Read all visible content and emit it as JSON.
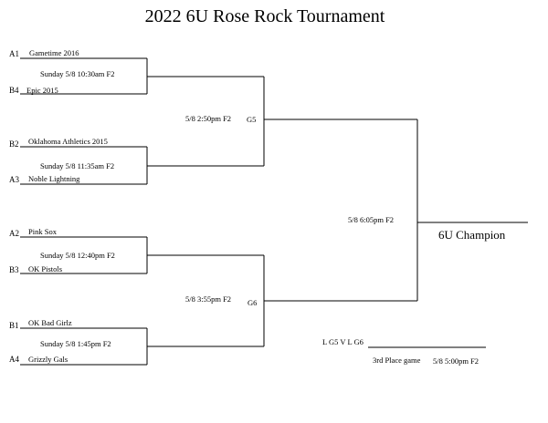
{
  "title": "2022 6U Rose Rock Tournament",
  "round1": [
    {
      "top_seed": "A1",
      "top_team": "Gametime 2016",
      "bottom_seed": "B4",
      "bottom_team": "Epic 2015",
      "time": "Sunday 5/8 10:30am F2"
    },
    {
      "top_seed": "B2",
      "top_team": "Oklahoma Athletics 2015",
      "bottom_seed": "A3",
      "bottom_team": "Noble Lightning",
      "time": "Sunday 5/8 11:35am F2"
    },
    {
      "top_seed": "A2",
      "top_team": "Pink Sox",
      "bottom_seed": "B3",
      "bottom_team": "OK Pistols",
      "time": "Sunday 5/8 12:40pm F2"
    },
    {
      "top_seed": "B1",
      "top_team": "OK Bad Girlz",
      "bottom_seed": "A4",
      "bottom_team": "Grizzly Gals",
      "time": "Sunday 5/8 1:45pm F2"
    }
  ],
  "round2": [
    {
      "time": "5/8 2:50pm F2",
      "game": "G5"
    },
    {
      "time": "5/8 3:55pm F2",
      "game": "G6"
    }
  ],
  "final": {
    "time": "5/8 6:05pm F2",
    "winner_label": "6U Champion"
  },
  "third_place": {
    "matchup": "L G5 V L G6",
    "label": "3rd Place game",
    "time": "5/8 5:00pm F2"
  }
}
